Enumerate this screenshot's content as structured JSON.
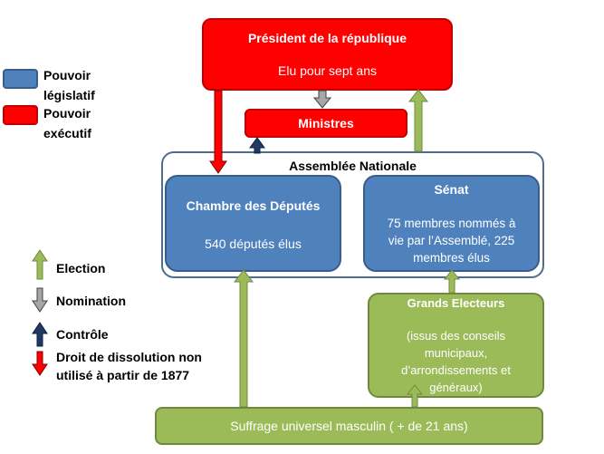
{
  "president": {
    "title": "Président de la république",
    "subtitle": "Elu pour sept ans"
  },
  "ministres": {
    "label": "Ministres"
  },
  "assemblee": {
    "title": "Assemblée Nationale"
  },
  "chambre": {
    "title": "Chambre des Députés",
    "text": "540 députés élus"
  },
  "senat": {
    "title": "Sénat",
    "text_lines": [
      "75 membres nommés à",
      "vie par l’Assemblé, 225",
      "membres élus"
    ]
  },
  "grands_electeurs": {
    "title": "Grands Electeurs",
    "text_lines": [
      "(issus des conseils",
      "municipaux,",
      "d’arrondissements et",
      "généraux)"
    ]
  },
  "suffrage": {
    "label": "Suffrage universel masculin ( + de 21 ans)"
  },
  "legend": {
    "pouvoir_legislatif": [
      "Pouvoir",
      "législatif"
    ],
    "pouvoir_executif": [
      "Pouvoir",
      "exécutif"
    ],
    "election": "Election",
    "nomination": "Nomination",
    "controle": "Contrôle",
    "dissolution": [
      "Droit de dissolution non",
      "utilisé à partir de 1877"
    ]
  },
  "colors": {
    "executif": "#ff0000",
    "legislatif": "#4f81bd",
    "election": "#9bbb59",
    "nomination": "#a6a6a6",
    "controle": "#1f3864",
    "dissolution": "#ff0000"
  }
}
